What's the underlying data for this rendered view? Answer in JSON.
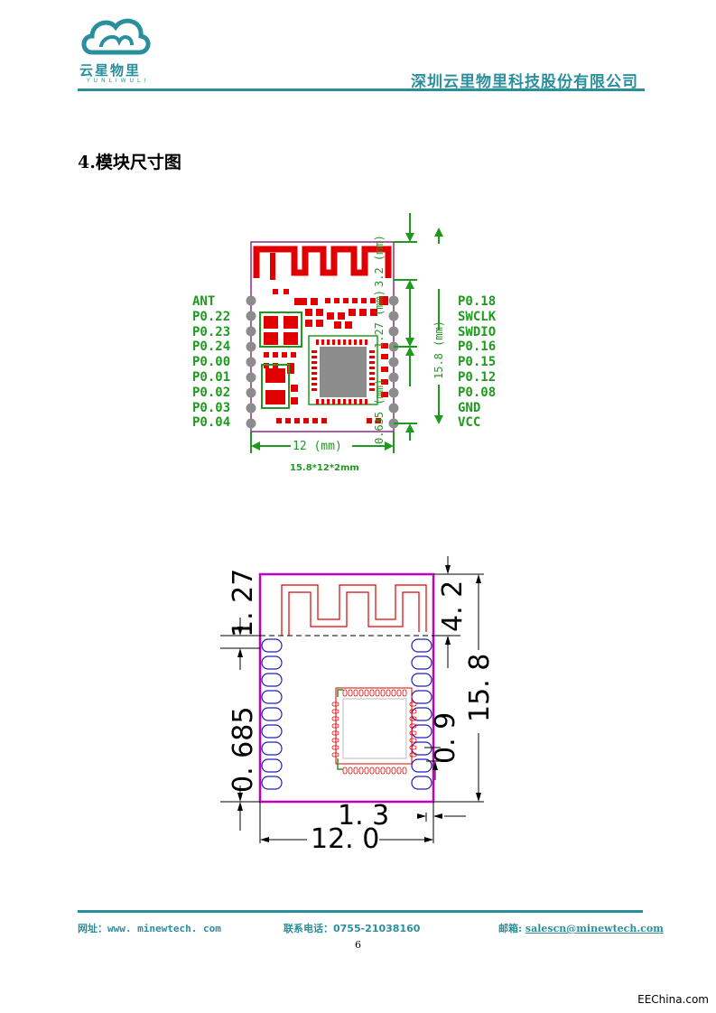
{
  "header": {
    "logo_text": "云星物里",
    "logo_sub": "YUNLIWULI",
    "company": "深圳云里物里科技股份有限公司"
  },
  "section": {
    "title": "4.模块尺寸图"
  },
  "diagram1": {
    "left_pins": [
      "ANT",
      "P0.22",
      "P0.23",
      "P0.24",
      "P0.00",
      "P0.01",
      "P0.02",
      "P0.03",
      "P0.04"
    ],
    "right_pins": [
      "P0.18",
      "SWCLK",
      "SWDIO",
      "P0.16",
      "P0.15",
      "P0.12",
      "P0.08",
      "GND",
      "VCC"
    ],
    "width_label": "12 (mm)",
    "caption": "15.8*12*2mm",
    "dim_pitch": "0.635 (mm)",
    "dim_1_27": "1.27 (mm)",
    "dim_3_2": "3.2 (mm)",
    "dim_15_8": "15.8 (mm)",
    "colors": {
      "outline": "#8b2c8b",
      "pad": "#e00000",
      "chip": "#8c8c8c",
      "dim": "#1f9a1f"
    }
  },
  "diagram2": {
    "label_1_27": "1. 27",
    "label_0_685": "0. 685",
    "label_4_2": "4. 2",
    "label_15_8": "15. 8",
    "label_0_9": "0. 9",
    "label_1_3": "1. 3",
    "label_12_0": "12. 0",
    "colors": {
      "outline": "#c000c0",
      "antenna": "#e00000",
      "pads": "#2020c0",
      "ic": "#e00000"
    }
  },
  "footer": {
    "website": "网址：www. minewtech. com",
    "phone": "联系电话：0755-21038160",
    "email_label": "邮箱:",
    "email": "salescn@minewtech.com",
    "page": "6"
  },
  "watermark": "EEChina.com"
}
